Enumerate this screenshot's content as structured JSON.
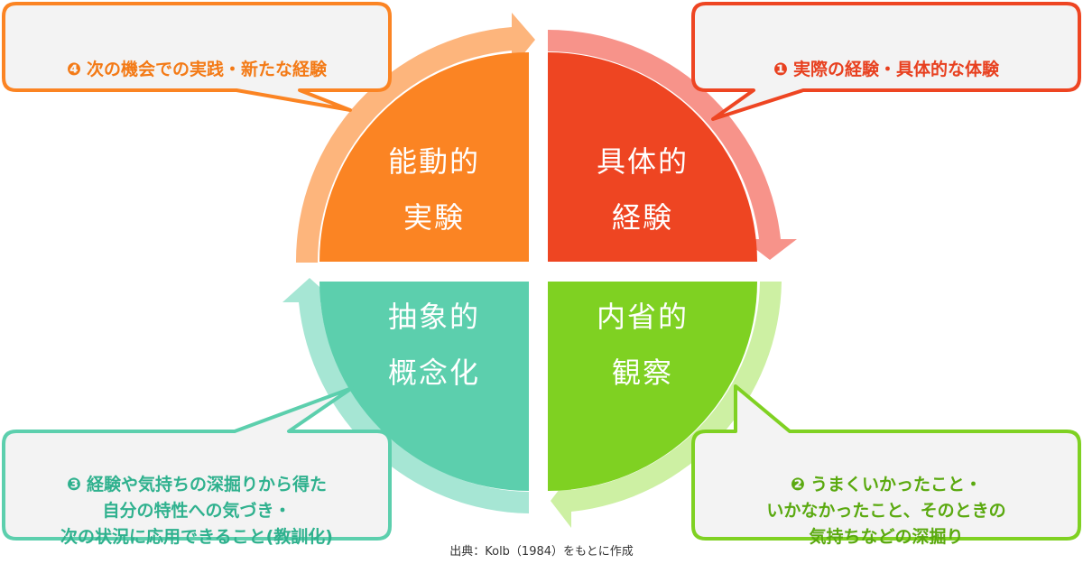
{
  "colors": {
    "red": "#ee4522",
    "red_arrow": "#f7938a",
    "green": "#7fd122",
    "green_arrow": "#cdf0a3",
    "teal": "#5ccfad",
    "teal_arrow": "#a6e6d4",
    "orange": "#fb8423",
    "orange_arrow": "#fdb57c",
    "callout_fill": "#f3f3f3"
  },
  "quadrants": {
    "concrete": {
      "label": "具体的\n経験"
    },
    "reflective": {
      "label": "内省的\n観察"
    },
    "abstract": {
      "label": "抽象的\n概念化"
    },
    "active": {
      "label": "能動的\n実験"
    }
  },
  "callouts": {
    "c1": {
      "number": "❶",
      "text": "実際の経験・具体的な体験"
    },
    "c2": {
      "number": "❷",
      "text": "うまくいかったこと・\nいかなかったこと、そのときの\n気持ちなどの深掘り"
    },
    "c3": {
      "number": "❸",
      "text": "経験や気持ちの深掘りから得た\n自分の特性への気づき・\n次の状況に応用できること(教訓化)"
    },
    "c4": {
      "number": "❹",
      "text": "次の機会での実践・新たな経験"
    }
  },
  "source": "出典：Kolb（1984）をもとに作成"
}
